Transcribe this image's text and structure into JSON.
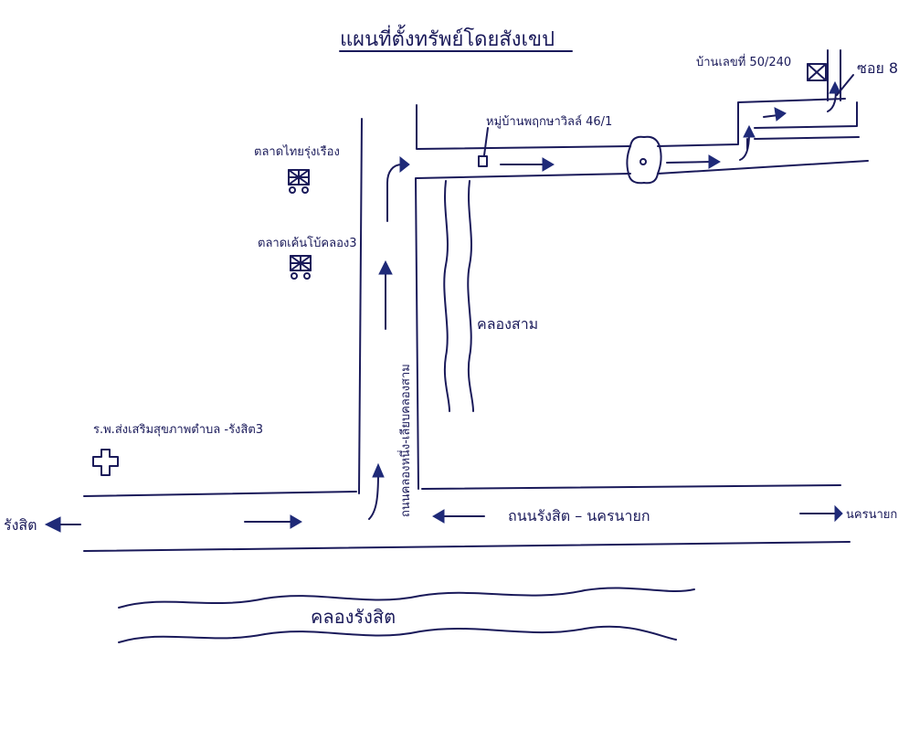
{
  "title": "แผนที่ตั้งทรัพย์โดยสังเขป",
  "labels": {
    "house": "บ้านเลขที่ 50/240",
    "soi": "ซอย 8",
    "village": "หมู่บ้านพฤกษาวิลล์ 46/1",
    "market1": "ตลาดไทยรุ่งเรือง",
    "market2": "ตลาดเค้นโบ้คลอง3",
    "canal_sam": "คลองสาม",
    "health": "ร.พ.ส่งเสริมสุขภาพตำบล -รังสิต3",
    "vertical_road": "ถนนคลองหนึ่ง-เลียบคลองสาม",
    "main_road": "ถนนรังสิต – นครนายก",
    "rangsit": "รังสิต",
    "nakhon_nayok": "นครนายก",
    "canal_rangsit": "คลองรังสิต"
  },
  "icons": {
    "market": "shopping-cart-icon",
    "health": "medical-cross-icon",
    "house": "house-icon",
    "roundabout": "roundabout-icon",
    "arrow": "arrow-icon"
  },
  "colors": {
    "ink": "#1a1a5a",
    "arrow": "#1f2a78"
  }
}
